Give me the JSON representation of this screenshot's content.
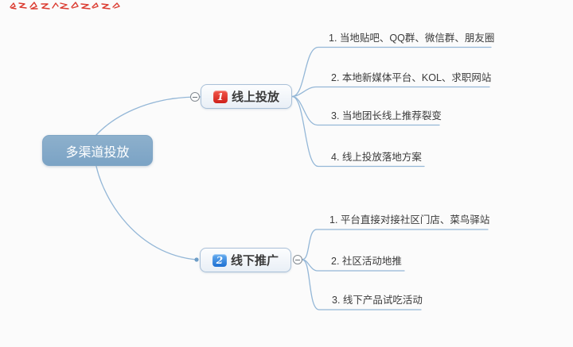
{
  "canvas": {
    "background": "#fbfbfb"
  },
  "annotation": {
    "type": "red-scribble",
    "color": "#d93025"
  },
  "root": {
    "label": "多渠道投放",
    "bg": "#7ea6c8",
    "text_color": "#ffffff"
  },
  "branches": [
    {
      "label": "线上投放",
      "badge": "1",
      "badge_color": "#d92b1f",
      "children": [
        "1. 当地贴吧、QQ群、微信群、朋友圈",
        "2. 本地新媒体平台、KOL、求职网站",
        "3. 当地团长线上推荐裂变",
        "4. 线上投放落地方案"
      ]
    },
    {
      "label": "线下推广",
      "badge": "2",
      "badge_color": "#2374d3",
      "children": [
        "1. 平台直接对接社区门店、菜鸟驿站",
        "2. 社区活动地推",
        "3. 线下产品试吃活动"
      ]
    }
  ],
  "colors": {
    "line": "#94b7d7",
    "node_border": "#a9c0d8",
    "child_text": "#3a3a3a"
  }
}
